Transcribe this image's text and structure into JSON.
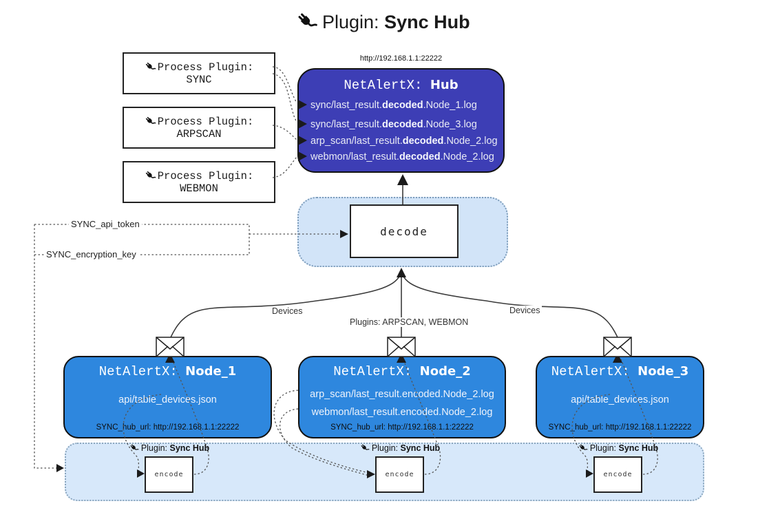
{
  "colors": {
    "hub_fill": "#3d3eb5",
    "node_fill": "#2e87de",
    "decode_band_fill": "#d2e4f8",
    "encode_band_fill": "#d7e8fa",
    "box_border": "#111111",
    "connector": "#555555"
  },
  "title": {
    "label": "Plugin:",
    "bold": "Sync Hub"
  },
  "process_plugins": [
    {
      "label": "Process Plugin:",
      "name": "SYNC"
    },
    {
      "label": "Process Plugin:",
      "name": "ARPSCAN"
    },
    {
      "label": "Process Plugin:",
      "name": "WEBMON"
    }
  ],
  "hub": {
    "url": "http://192.168.1.1:22222",
    "title": "NetAlertX: ",
    "title_bold": "Hub",
    "lines": [
      {
        "pre": "sync/last_result.",
        "bold": "decoded",
        "post": ".Node_1.log"
      },
      {
        "pre": "sync/last_result.",
        "bold": "decoded",
        "post": ".Node_3.log"
      },
      {
        "pre": "arp_scan/last_result.",
        "bold": "decoded",
        "post": ".Node_2.log"
      },
      {
        "pre": "webmon/last_result.",
        "bold": "decoded",
        "post": ".Node_2.log"
      }
    ]
  },
  "decode_label": "decode",
  "tokens": {
    "api_token": "SYNC_api_token",
    "encryption_key": "SYNC_encryption_key"
  },
  "edge_labels": {
    "devices_left": "Devices",
    "devices_right": "Devices",
    "plugins_mid": "Plugins: ARPSCAN, WEBMON"
  },
  "nodes": [
    {
      "title": "NetAlertX: ",
      "title_bold": "Node_1",
      "lines": [
        "api/table_devices.json"
      ],
      "hub_url": "SYNC_hub_url: http://192.168.1.1:22222"
    },
    {
      "title": "NetAlertX: ",
      "title_bold": "Node_2",
      "lines": [
        "arp_scan/last_result.encoded.Node_2.log",
        "webmon/last_result.encoded.Node_2.log"
      ],
      "hub_url": "SYNC_hub_url: http://192.168.1.1:22222"
    },
    {
      "title": "NetAlertX: ",
      "title_bold": "Node_3",
      "lines": [
        "api/table_devices.json"
      ],
      "hub_url": "SYNC_hub_url: http://192.168.1.1:22222"
    }
  ],
  "encode_band": {
    "groups": [
      {
        "label": "Plugin: ",
        "label_bold": "Sync Hub",
        "box_label": "encode"
      },
      {
        "label": "Plugin: ",
        "label_bold": "Sync Hub",
        "box_label": "encode"
      },
      {
        "label": "Plugin: ",
        "label_bold": "Sync Hub",
        "box_label": "encode"
      }
    ]
  }
}
